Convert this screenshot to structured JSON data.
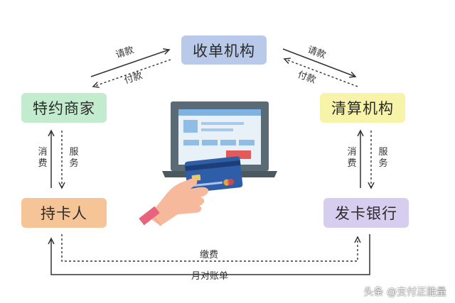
{
  "nodes": {
    "acquirer": {
      "label": "收单机构",
      "color": "#b9c9ea"
    },
    "merchant": {
      "label": "特约商家",
      "color": "#c3ebcd"
    },
    "clearing": {
      "label": "清算机构",
      "color": "#f7f3a8"
    },
    "cardholder": {
      "label": "持卡人",
      "color": "#f6c597"
    },
    "issuer": {
      "label": "发卡银行",
      "color": "#d7cdef"
    }
  },
  "edges": {
    "top_left_request": "请款",
    "top_left_pay": "付款",
    "top_right_request": "请款",
    "top_right_pay": "付款",
    "left_consume": "消费",
    "left_service": "服务",
    "right_consume": "消费",
    "right_service": "服务",
    "bottom_fee": "缴费",
    "bottom_statement": "月对账单"
  },
  "watermark": "头条 @支付正能量"
}
